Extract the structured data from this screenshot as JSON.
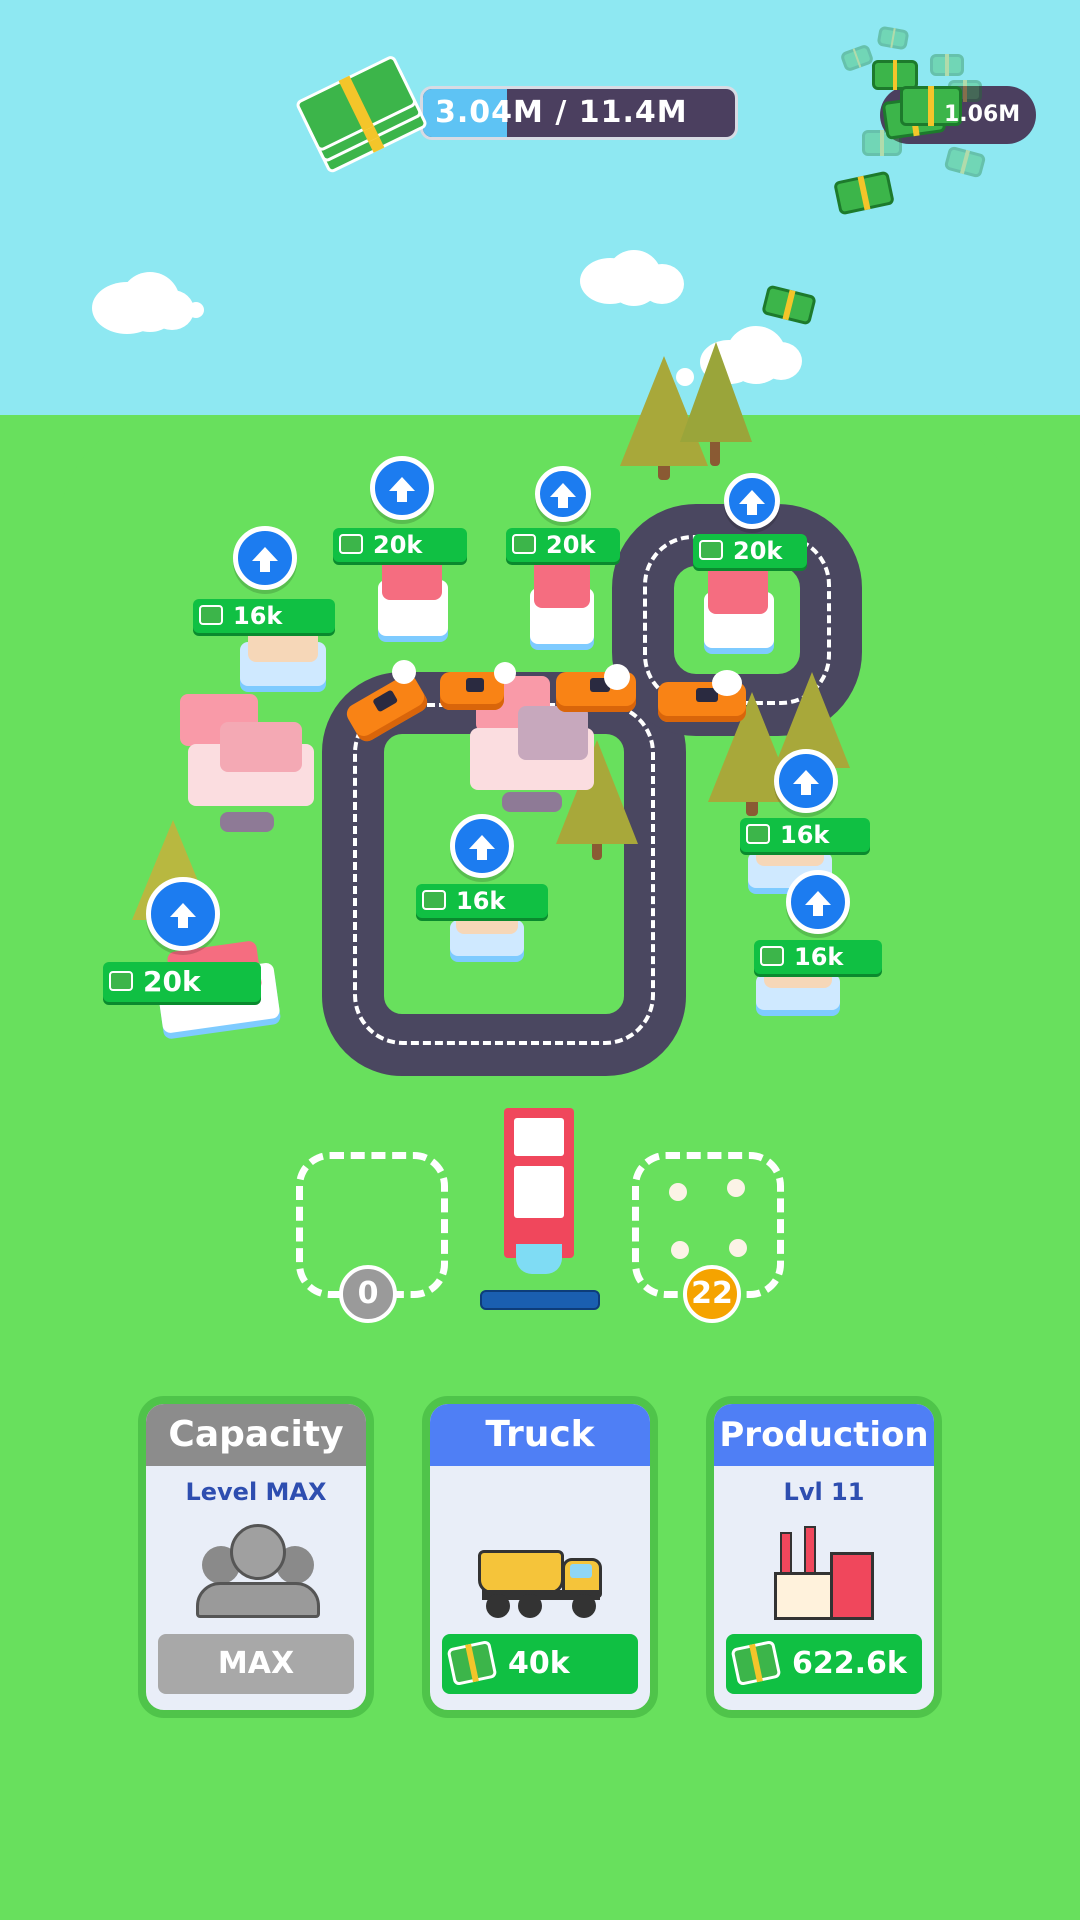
{
  "hud": {
    "money_progress_text": "3.04M / 11.4M",
    "money_progress_fraction": 0.27,
    "total_money": "1.06M",
    "money_icon": "cash-stack-icon"
  },
  "upgrades": [
    {
      "id": "house-1",
      "price": "16k"
    },
    {
      "id": "house-2",
      "price": "20k"
    },
    {
      "id": "house-3",
      "price": "20k"
    },
    {
      "id": "house-4",
      "price": "20k"
    },
    {
      "id": "house-5",
      "price": "16k"
    },
    {
      "id": "house-6",
      "price": "16k"
    },
    {
      "id": "house-7",
      "price": "16k"
    },
    {
      "id": "house-8",
      "price": "20k"
    }
  ],
  "plots": {
    "left_count": "0",
    "right_count": "22",
    "left_color": "#9a9a9a",
    "right_color": "#f5a300"
  },
  "cards": {
    "capacity": {
      "title": "Capacity",
      "level": "Level MAX",
      "button": "MAX",
      "icon": "workers-icon",
      "header_color": "#8c8c8c"
    },
    "truck": {
      "title": "Truck",
      "button": "40k",
      "icon": "dump-truck-icon",
      "header_color": "#4f7ff5"
    },
    "production": {
      "title": "Production",
      "level": "Lvl 11",
      "button": "622.6k",
      "icon": "factory-icon",
      "header_color": "#4f7ff5"
    }
  }
}
